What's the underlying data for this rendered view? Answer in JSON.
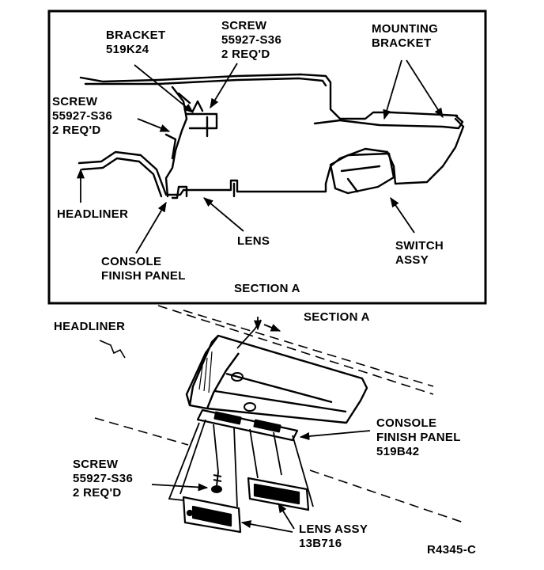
{
  "section_a_detail": {
    "labels": {
      "bracket": [
        "BRACKET",
        "519K24"
      ],
      "screw_top": [
        "SCREW",
        "55927-S36",
        "2 REQ'D"
      ],
      "mounting_bracket": [
        "MOUNTING",
        "BRACKET"
      ],
      "screw_left": [
        "SCREW",
        "55927-S36",
        "2 REQ'D"
      ],
      "headliner": "HEADLINER",
      "lens": "LENS",
      "switch_assy": [
        "SWITCH",
        "ASSY"
      ],
      "console_finish_panel": [
        "CONSOLE",
        "FINISH PANEL"
      ]
    },
    "title": "SECTION A"
  },
  "assembly_view": {
    "labels": {
      "headliner": "HEADLINER",
      "section_a": "SECTION A",
      "console_finish_panel": [
        "CONSOLE",
        "FINISH PANEL",
        "519B42"
      ],
      "screw": [
        "SCREW",
        "55927-S36",
        "2 REQ'D"
      ],
      "lens_assy": [
        "LENS ASSY",
        "13B716"
      ]
    }
  },
  "figure_code": "R4345-C"
}
